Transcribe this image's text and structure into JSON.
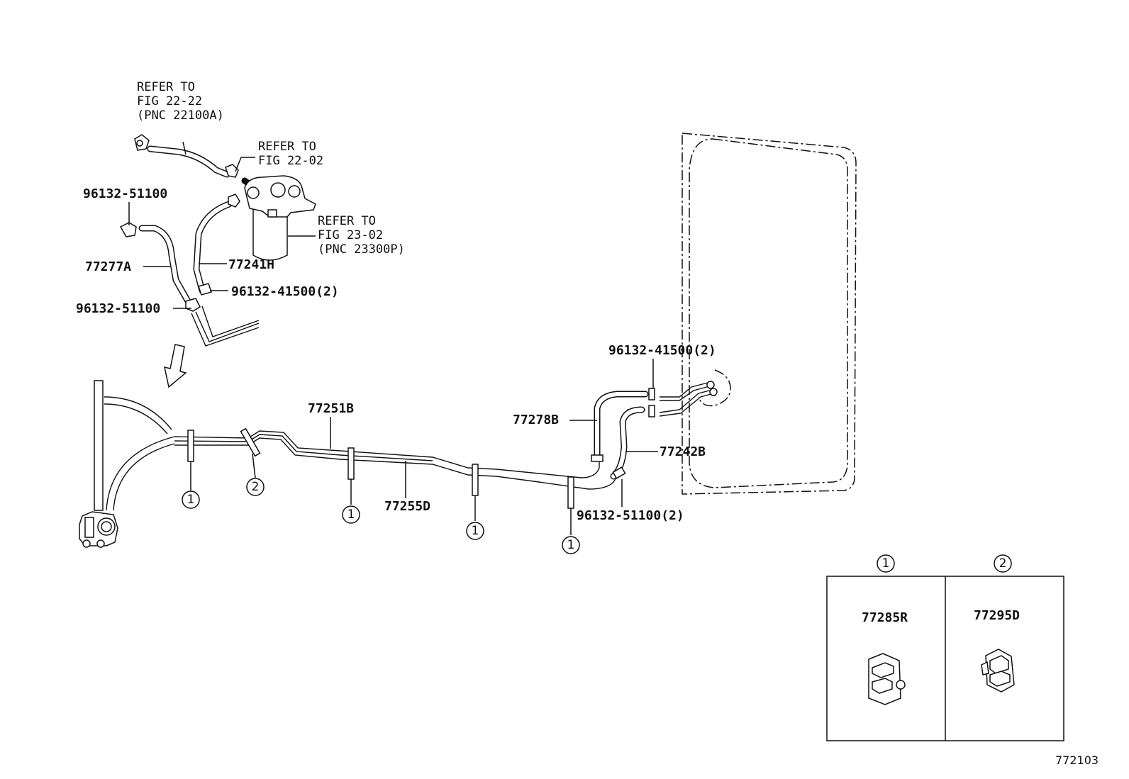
{
  "figure_number": "772103",
  "refs": {
    "fig_22_22": [
      "REFER TO",
      "FIG 22-22",
      "(PNC 22100A)"
    ],
    "fig_22_02": [
      "REFER TO",
      "FIG 22-02"
    ],
    "fig_23_02": [
      "REFER TO",
      "FIG 23-02",
      "(PNC 23300P)"
    ]
  },
  "part_labels": {
    "clip_top_left": "96132-51100",
    "hose_77277a": "77277A",
    "hose_77241h": "77241H",
    "clamp_top": "96132-41500(2)",
    "clip_bottom_left": "96132-51100",
    "tube_77251b": "77251B",
    "tube_77255d": "77255D",
    "clamp_right": "96132-41500(2)",
    "hose_77278b": "77278B",
    "hose_77242b": "77242B",
    "clip_right": "96132-51100(2)"
  },
  "clamp_callouts": [
    "1",
    "2",
    "1",
    "1",
    "1"
  ],
  "legend": [
    {
      "callout": "1",
      "part": "77285R"
    },
    {
      "callout": "2",
      "part": "77295D"
    }
  ]
}
